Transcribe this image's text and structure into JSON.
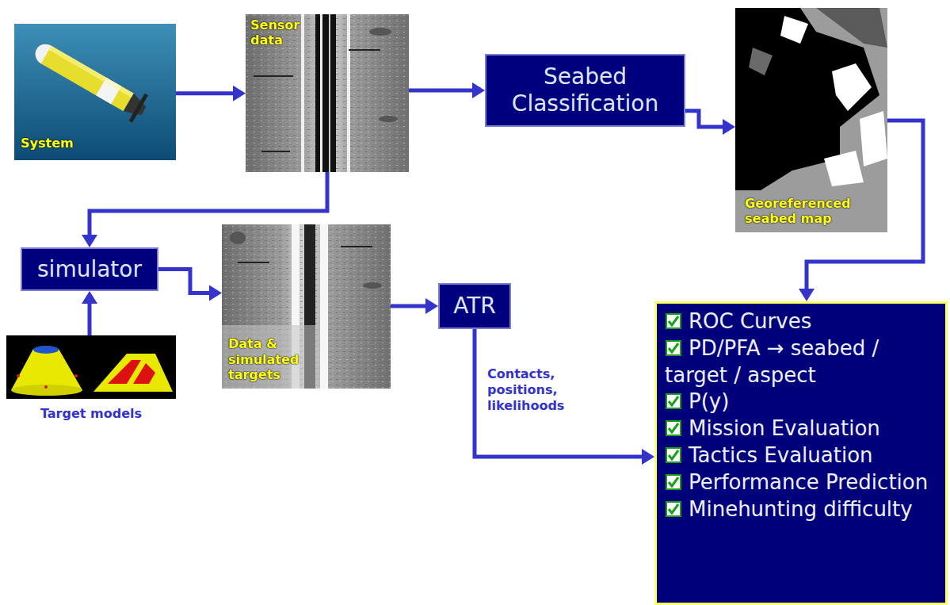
{
  "diagram": {
    "nodes": [
      {
        "text": [
          "System"
        ]
      },
      {
        "text": [
          "Sensor data"
        ]
      },
      {
        "text": [
          "Seabed Classification"
        ]
      },
      {
        "text": [
          "Georeferenced seabed map"
        ]
      },
      {
        "text": [
          "simulator"
        ]
      },
      {
        "text": [
          "Data & simulated targets"
        ]
      },
      {
        "text": [
          "ATR"
        ]
      },
      {
        "text": [
          "Target models"
        ]
      },
      {
        "text": [
          "ROC Curves",
          "PD/PFA → seabed / target / aspect",
          "P(y)",
          "Mission Evaluation",
          "Tactics Evaluation",
          "Performance Prediction",
          "Minehunting difficulty"
        ]
      }
    ],
    "edges": [
      {
        "from": 0,
        "to": 1,
        "arrow": "to"
      },
      {
        "from": 1,
        "to": 2,
        "arrow": "to"
      },
      {
        "from": 2,
        "to": 3,
        "arrow": "to"
      },
      {
        "from": 1,
        "to": 4,
        "arrow": "to"
      },
      {
        "from": 7,
        "to": 4,
        "arrow": "to"
      },
      {
        "from": 4,
        "to": 5,
        "arrow": "to"
      },
      {
        "from": 5,
        "to": 6,
        "arrow": "to"
      },
      {
        "from": 3,
        "to": 8,
        "arrow": "to"
      },
      {
        "from": 6,
        "to": 8,
        "label": "Contacts, positions, likelihoods",
        "arrow": "to"
      }
    ]
  }
}
